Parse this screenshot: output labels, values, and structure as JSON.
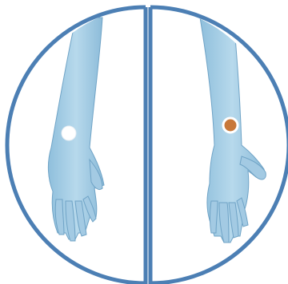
{
  "diagram": {
    "panels": [
      {
        "view": "back-of-hand",
        "marker": {
          "kind": "empty",
          "color": "#ffffff"
        }
      },
      {
        "view": "palm-of-hand",
        "marker": {
          "kind": "filled",
          "color": "#c8783a"
        }
      }
    ],
    "colors": {
      "frame": "#4c7fb4",
      "arm_fill": "#a9cfe6",
      "arm_shadow": "#7fb2d3",
      "background": "#ffffff"
    }
  }
}
